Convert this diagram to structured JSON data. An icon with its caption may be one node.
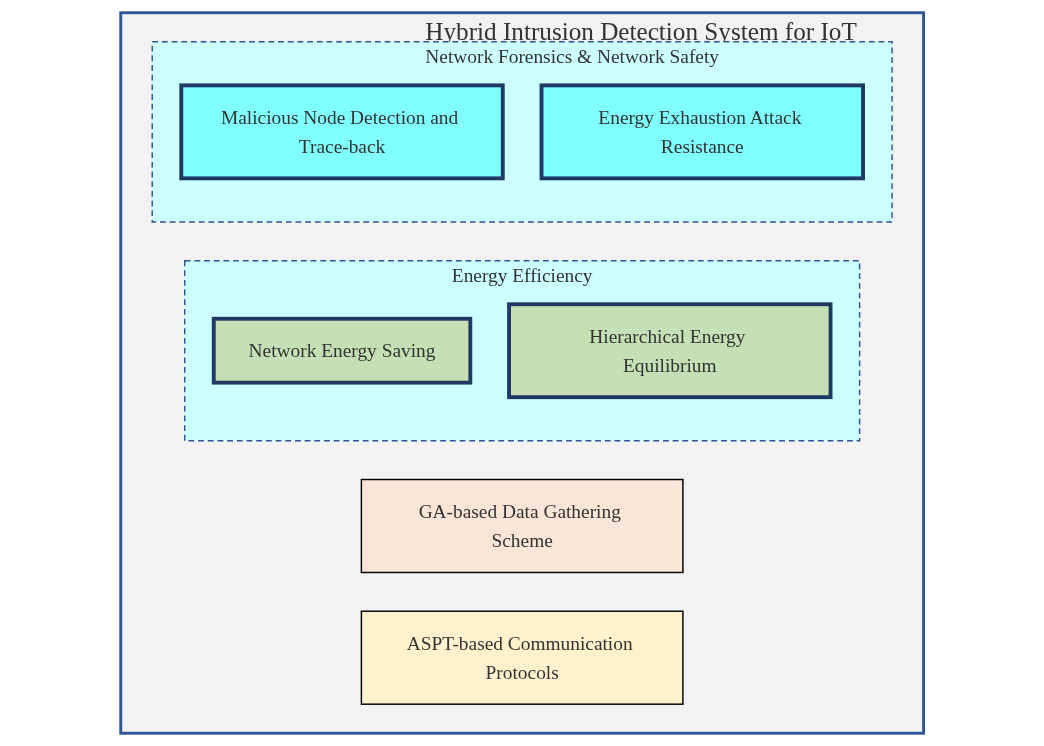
{
  "diagram": {
    "nodes": [
      {
        "text": [
          "Hybrid Intrusion Detection System for IoT"
        ]
      },
      {
        "text": [
          "GA-based Data Gathering Scheme"
        ],
        "in": 0
      },
      {
        "text": [
          "ASPT-based Communication Protocols"
        ],
        "in": 0
      },
      {
        "text": [
          "Energy Efficiency"
        ],
        "in": 0
      },
      {
        "text": [
          "Network Energy Saving"
        ],
        "in": 3
      },
      {
        "text": [
          "Hierarchical Energy Equilibrium"
        ],
        "in": 3
      },
      {
        "text": [
          "Network Forensics & Network Safety"
        ],
        "in": 0
      },
      {
        "text": [
          "Malicious Node Detection and Trace-back"
        ],
        "in": 6
      },
      {
        "text": [
          "Energy Exhaustion Attack Resistance"
        ],
        "in": 6
      }
    ]
  }
}
